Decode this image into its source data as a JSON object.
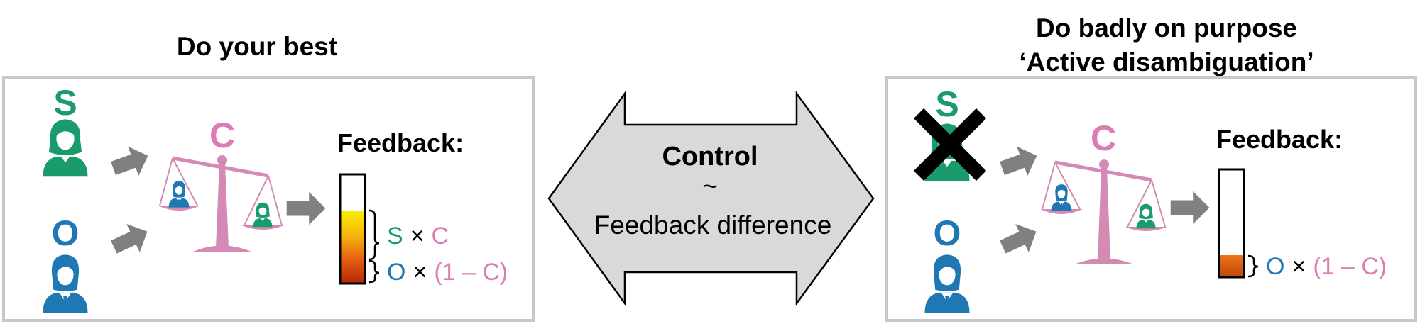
{
  "left_panel": {
    "title": "Do your best",
    "self_letter": "S",
    "other_letter": "O",
    "confidence_letter": "C",
    "feedback_label": "Feedback:",
    "formula_top": {
      "s": "S",
      "times": "×",
      "c": "C"
    },
    "formula_bottom": {
      "o": "O",
      "times": "×",
      "term": "(1 – C)"
    }
  },
  "center": {
    "title": "Control",
    "tilde": "~",
    "subtitle": "Feedback difference"
  },
  "right_panel": {
    "title_line1": "Do badly on purpose",
    "title_line2": "‘Active disambiguation’",
    "self_letter": "S",
    "other_letter": "O",
    "confidence_letter": "C",
    "feedback_label": "Feedback:",
    "formula_bottom": {
      "o": "O",
      "times": "×",
      "term": "(1 – C)"
    }
  },
  "colors": {
    "self": "#1a9b6c",
    "other": "#1f78b4",
    "confidence": "#dd7bb4",
    "scale": "#d48ab5",
    "arrow": "#808080",
    "panel_border": "#c8c8c8",
    "double_arrow_fill": "#d9d9d9"
  }
}
